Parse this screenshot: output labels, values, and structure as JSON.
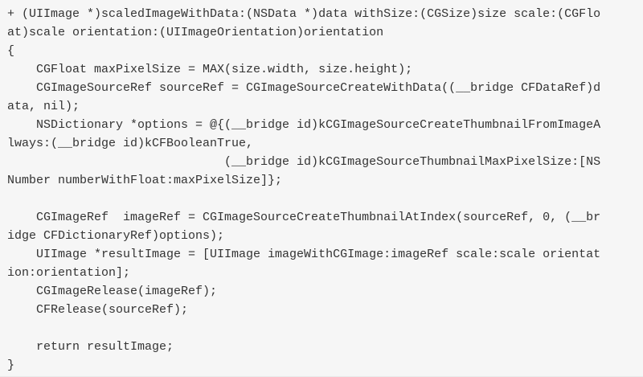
{
  "code": {
    "lines": [
      "+ (UIImage *)scaledImageWithData:(NSData *)data withSize:(CGSize)size scale:(CGFlo",
      "at)scale orientation:(UIImageOrientation)orientation",
      "{",
      "    CGFloat maxPixelSize = MAX(size.width, size.height);",
      "    CGImageSourceRef sourceRef = CGImageSourceCreateWithData((__bridge CFDataRef)d",
      "ata, nil);",
      "    NSDictionary *options = @{(__bridge id)kCGImageSourceCreateThumbnailFromImageA",
      "lways:(__bridge id)kCFBooleanTrue,",
      "                              (__bridge id)kCGImageSourceThumbnailMaxPixelSize:[NS",
      "Number numberWithFloat:maxPixelSize]};",
      "",
      "    CGImageRef  imageRef = CGImageSourceCreateThumbnailAtIndex(sourceRef, 0, (__br",
      "idge CFDictionaryRef)options);",
      "    UIImage *resultImage = [UIImage imageWithCGImage:imageRef scale:scale orientat",
      "ion:orientation];",
      "    CGImageRelease(imageRef);",
      "    CFRelease(sourceRef);",
      "",
      "    return resultImage;",
      "}"
    ]
  }
}
